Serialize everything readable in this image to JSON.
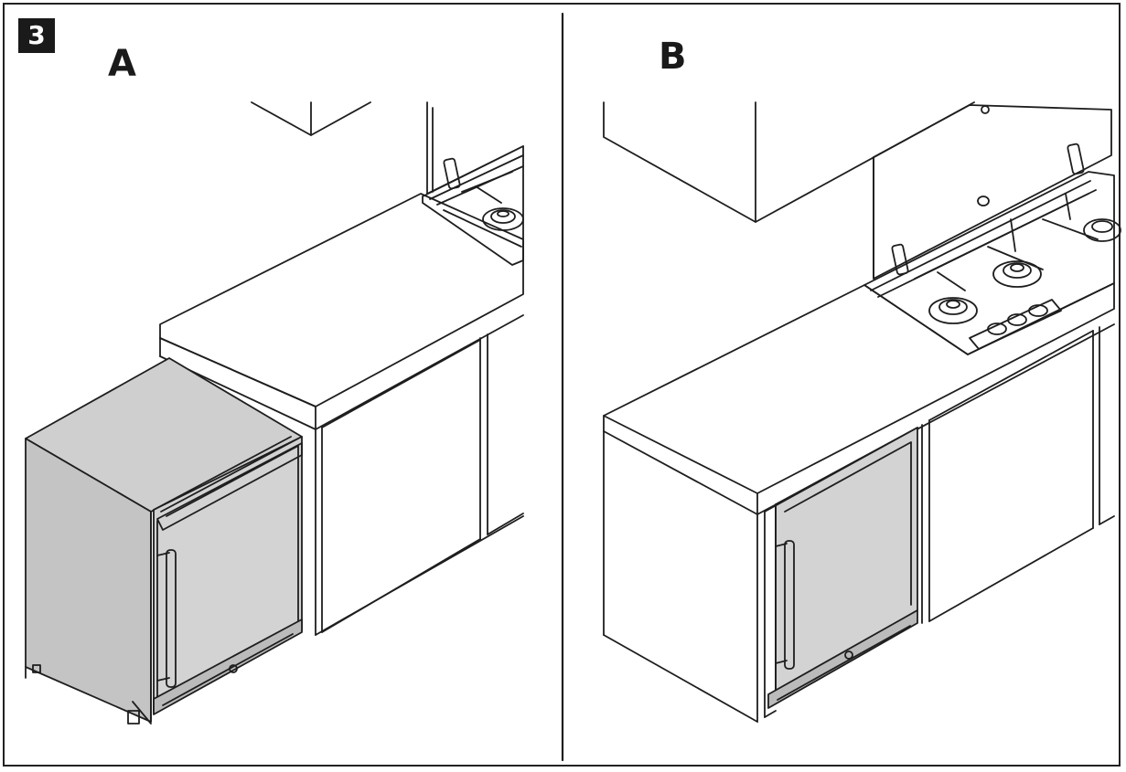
{
  "step_number": "3",
  "panels": {
    "a": {
      "label": "A"
    },
    "b": {
      "label": "B"
    }
  },
  "colors": {
    "line": "#1e1e1e",
    "appliance_fill": "#cfcfcf",
    "appliance_side": "#c4c4c4",
    "appliance_door": "#d3d3d3",
    "background": "#ffffff"
  }
}
